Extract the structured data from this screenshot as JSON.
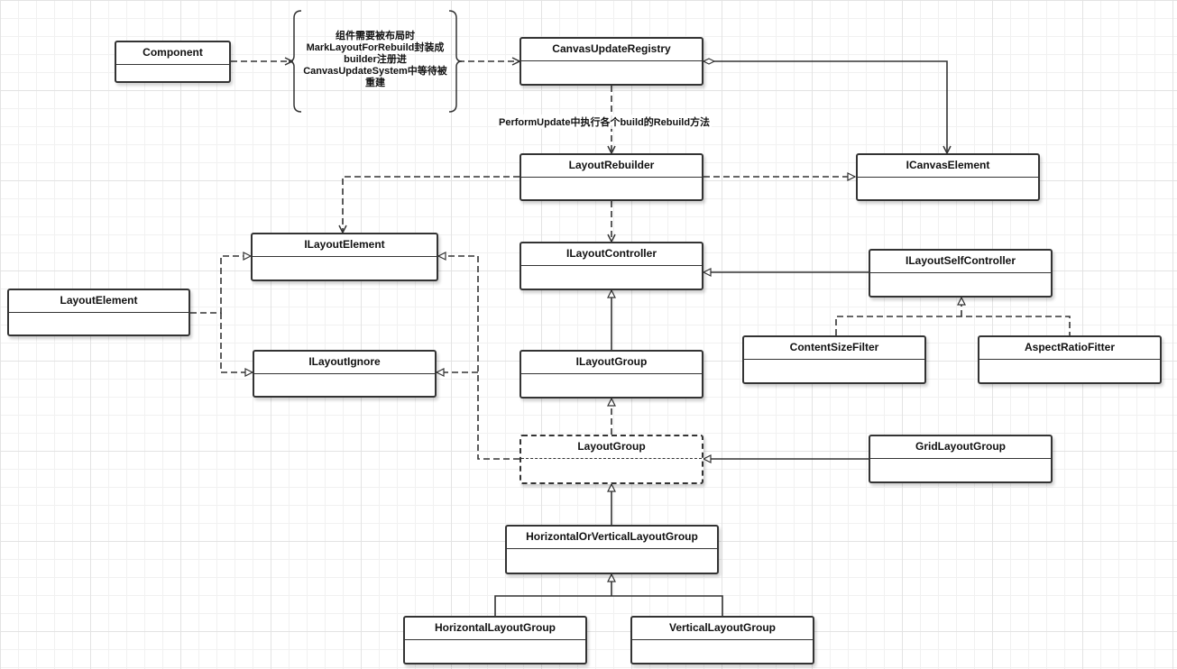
{
  "classes": {
    "component": "Component",
    "canvas_update_registry": "CanvasUpdateRegistry",
    "layout_rebuilder": "LayoutRebuilder",
    "i_canvas_element": "ICanvasElement",
    "i_layout_element": "ILayoutElement",
    "layout_element": "LayoutElement",
    "i_layout_ignore": "ILayoutIgnore",
    "i_layout_controller": "ILayoutController",
    "i_layout_self_controller": "ILayoutSelfController",
    "content_size_filter": "ContentSizeFilter",
    "aspect_ratio_fitter": "AspectRatioFitter",
    "i_layout_group": "ILayoutGroup",
    "layout_group": "LayoutGroup",
    "grid_layout_group": "GridLayoutGroup",
    "horizontal_or_vertical_layout_group": "HorizontalOrVerticalLayoutGroup",
    "horizontal_layout_group": "HorizontalLayoutGroup",
    "vertical_layout_group": "VerticalLayoutGroup"
  },
  "notes": {
    "registration_lines": [
      "组件需要被布局时",
      "MarkLayoutForRebuild封装成",
      "builder注册进",
      "CanvasUpdateSystem中等待被",
      "重建"
    ],
    "perform_update": "PerformUpdate中执行各个build的Rebuild方法"
  },
  "colors": {
    "line": "#333333",
    "box_border": "#333333",
    "background": "#ffffff",
    "grid": "#e3e3e3"
  }
}
